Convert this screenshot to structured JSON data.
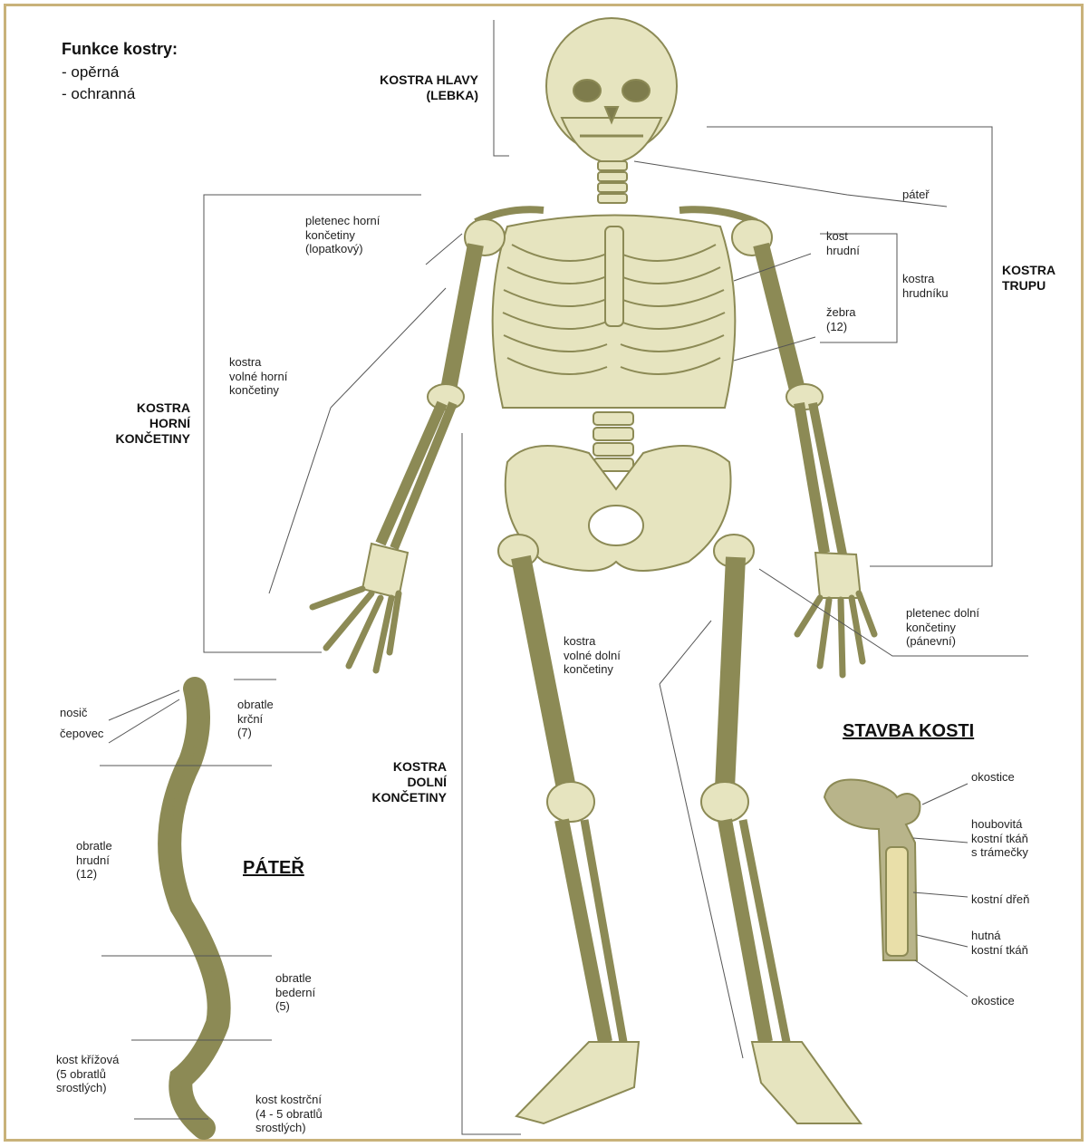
{
  "functions": {
    "title": "Funkce kostry:",
    "items": [
      "- opěrná",
      "- ochranná"
    ]
  },
  "regions": {
    "head": "KOSTRA HLAVY\n(LEBKA)",
    "trunk": "KOSTRA\nTRUPU",
    "upper_limb": "KOSTRA\nHORNÍ\nKONČETINY",
    "lower_limb": "KOSTRA\nDOLNÍ\nKONČETINY"
  },
  "labels": {
    "spine": "páteř",
    "sternum": "kost\nhrudní",
    "thorax": "kostra\nhrudníku",
    "ribs": "žebra\n(12)",
    "shoulder_girdle": "pletenec horní\nkončetiny\n(lopatkový)",
    "free_upper": "kostra\nvolné horní\nkončetiny",
    "pelvic_girdle": "pletenec dolní\nkončetiny\n(pánevní)",
    "free_lower": "kostra\nvolné dolní\nkončetiny"
  },
  "spine_section": {
    "title": "PÁTEŘ",
    "atlas": "nosič",
    "axis": "čepovec",
    "cervical": "obratle\nkrční\n(7)",
    "thoracic": "obratle\nhrudní\n(12)",
    "lumbar": "obratle\nbederní\n(5)",
    "sacrum": "kost křížová\n(5 obratlů\nsrostlých)",
    "coccyx": "kost kostrční\n(4 - 5 obratlů\nsrostlých)"
  },
  "bone_section": {
    "title": "STAVBA KOSTI",
    "periosteum_top": "okostice",
    "spongy": "houbovitá\nkostní tkáň\ns trámečky",
    "marrow": "kostní dřeň",
    "compact": "hutná\nkostní tkáň",
    "periosteum_bottom": "okostice"
  },
  "colors": {
    "bone": "#e6e4bf",
    "bone_outline": "#8c8a55",
    "line": "#555555",
    "frame": "#c9b27a"
  }
}
